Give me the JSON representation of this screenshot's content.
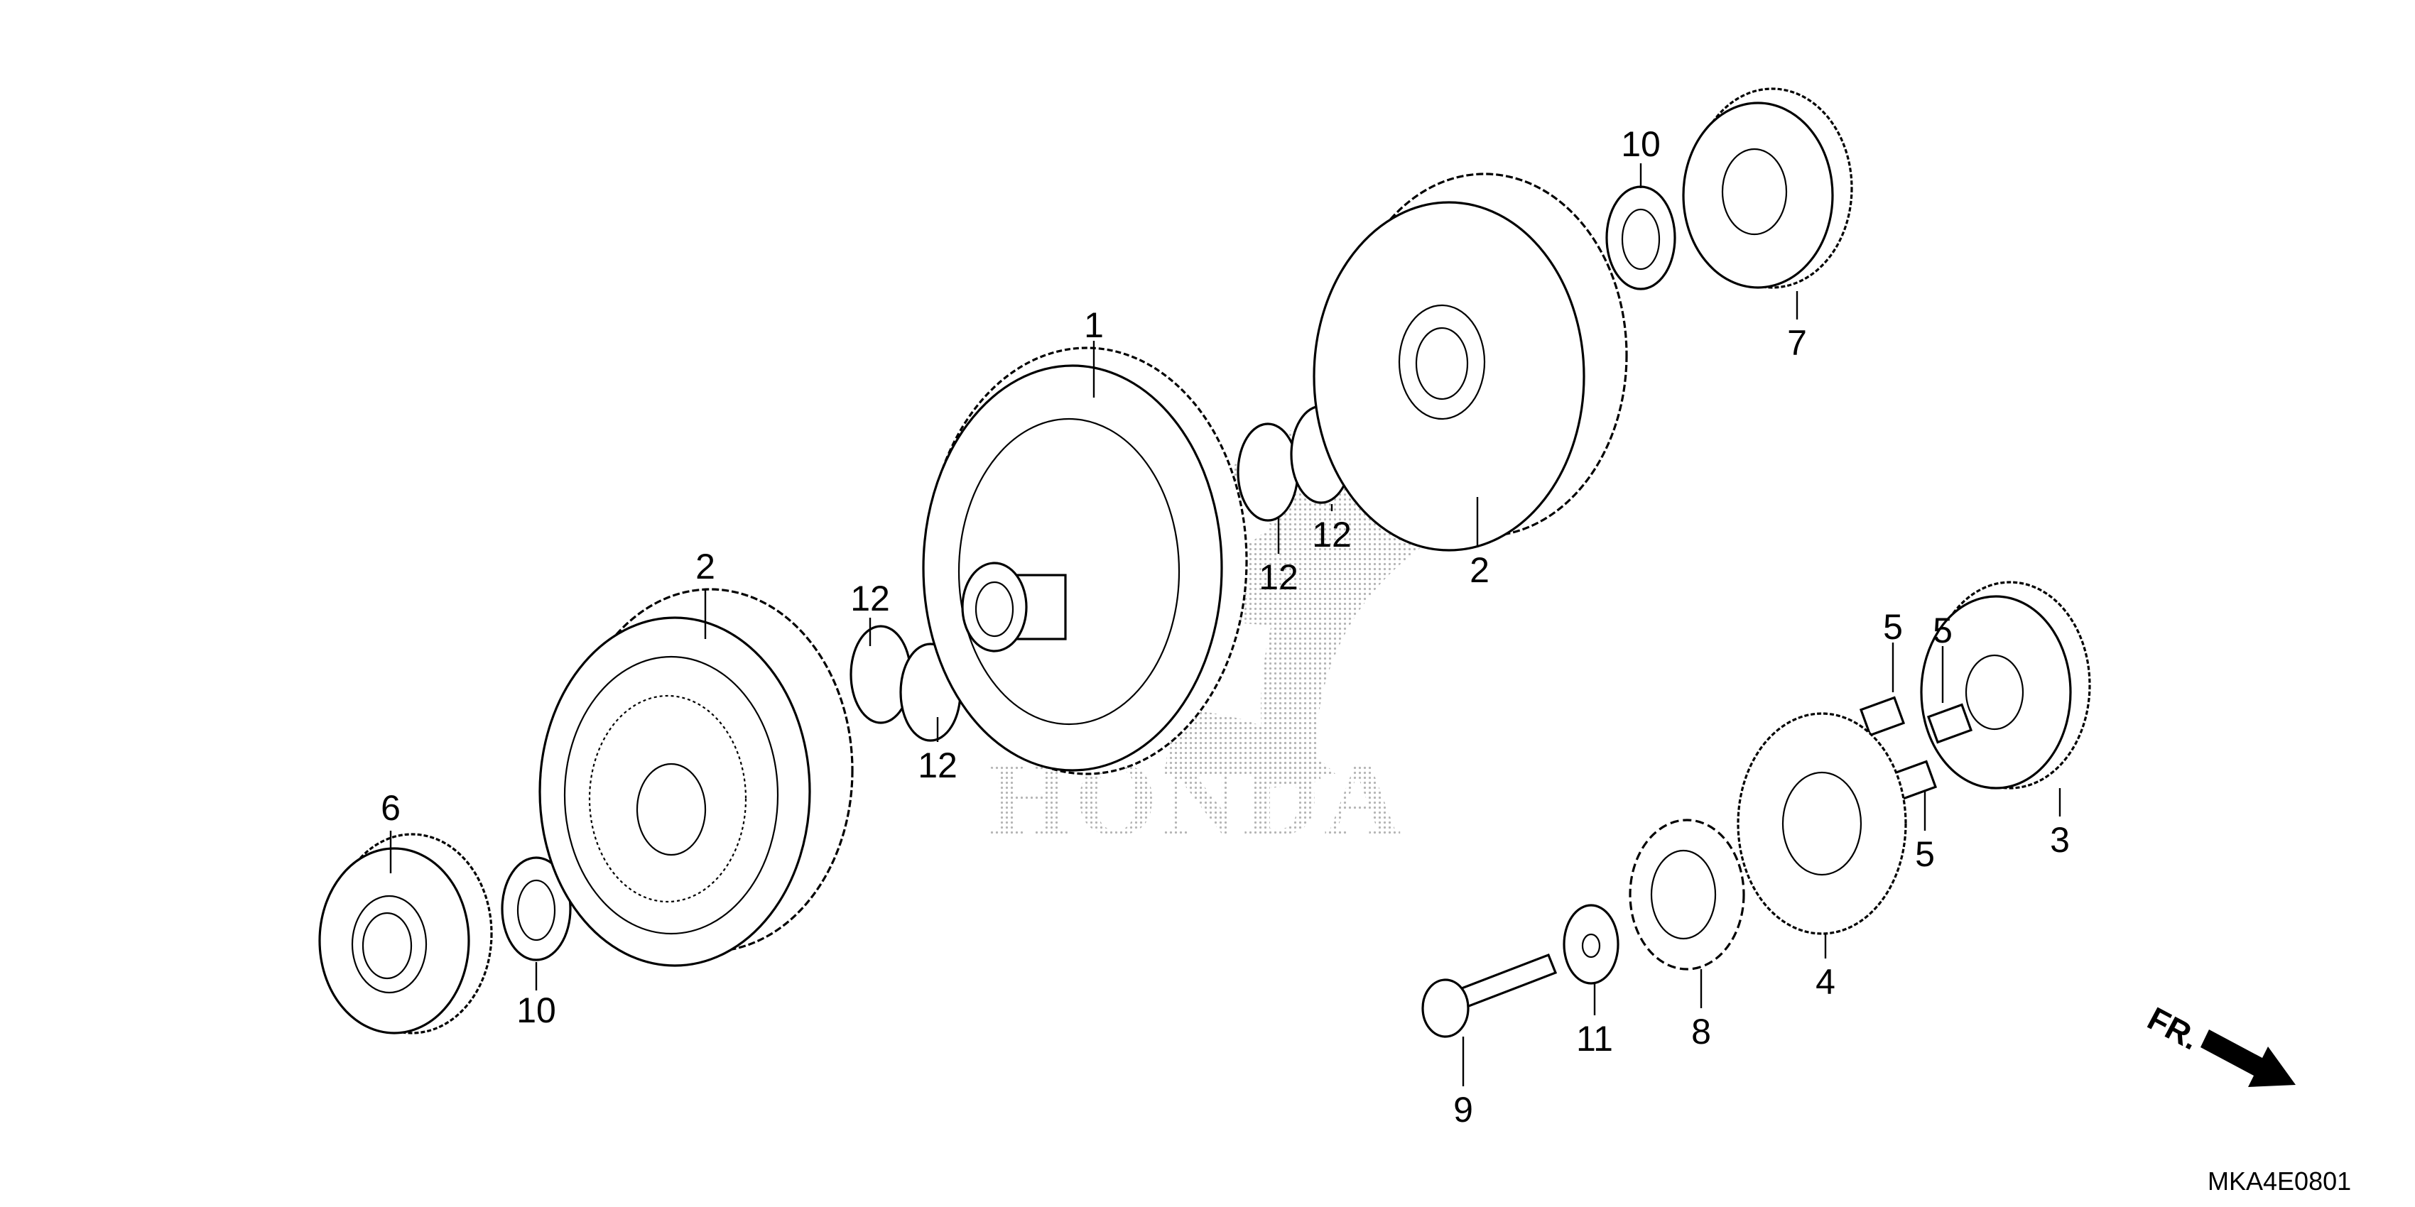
{
  "diagram": {
    "part_labels": {
      "gear_1": "1",
      "clutch_outer_left": "2",
      "clutch_outer_right": "2",
      "gear_3": "3",
      "gear_4": "4",
      "spring_a": "5",
      "spring_b": "5",
      "spring_c": "5",
      "gear_6": "6",
      "gear_7": "7",
      "plate_8": "8",
      "bolt_9": "9",
      "washer_10_left": "10",
      "washer_10_right": "10",
      "washer_11": "11",
      "oring_12_a": "12",
      "oring_12_b": "12",
      "oring_12_c": "12",
      "oring_12_d": "12"
    },
    "watermark": "HONDA",
    "direction_label": "FR.",
    "diagram_code": "MKA4E0801"
  },
  "colors": {
    "line": "#000000",
    "background": "#ffffff",
    "watermark_dots": "#b5b5b5"
  }
}
